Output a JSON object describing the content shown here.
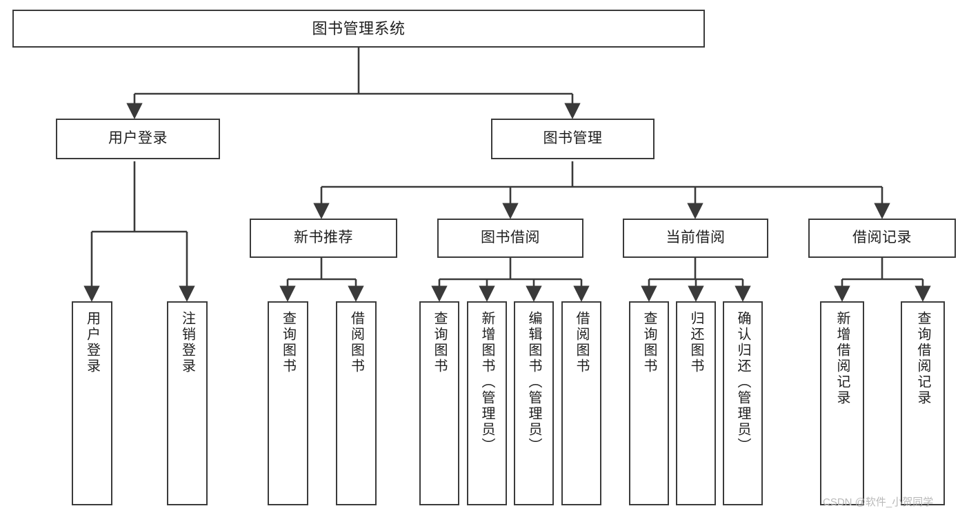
{
  "diagram": {
    "title": "图书管理系统",
    "watermark": "CSDN @软件_小贺同学",
    "stroke_color": "#3a3a3a",
    "fill_color": "#ffffff",
    "text_color": "#1f1f1f",
    "watermark_color": "#b9b9b9"
  },
  "nodes": {
    "root": {
      "label": "图书管理系统"
    },
    "level1": [
      {
        "label": "用户登录"
      },
      {
        "label": "图书管理"
      }
    ],
    "level2": [
      {
        "label": "新书推荐"
      },
      {
        "label": "图书借阅"
      },
      {
        "label": "当前借阅"
      },
      {
        "label": "借阅记录"
      }
    ],
    "leaves": {
      "user_login": [
        {
          "label": "用户登录"
        },
        {
          "label": "注销登录"
        }
      ],
      "new_book_recommend": [
        {
          "label": "查询图书"
        },
        {
          "label": "借阅图书"
        }
      ],
      "book_borrow": [
        {
          "label": "查询图书"
        },
        {
          "label": "新增图书（管理员）"
        },
        {
          "label": "编辑图书（管理员）"
        },
        {
          "label": "借阅图书"
        }
      ],
      "current_borrow": [
        {
          "label": "查询图书"
        },
        {
          "label": "归还图书"
        },
        {
          "label": "确认归还（管理员）"
        }
      ],
      "borrow_record": [
        {
          "label": "新增借阅记录"
        },
        {
          "label": "查询借阅记录"
        }
      ]
    }
  },
  "chart_data": {
    "type": "tree",
    "title": "图书管理系统",
    "root": {
      "label": "图书管理系统",
      "children": [
        {
          "label": "用户登录",
          "children": [
            {
              "label": "用户登录"
            },
            {
              "label": "注销登录"
            }
          ]
        },
        {
          "label": "图书管理",
          "children": [
            {
              "label": "新书推荐",
              "children": [
                {
                  "label": "查询图书"
                },
                {
                  "label": "借阅图书"
                }
              ]
            },
            {
              "label": "图书借阅",
              "children": [
                {
                  "label": "查询图书"
                },
                {
                  "label": "新增图书（管理员）"
                },
                {
                  "label": "编辑图书（管理员）"
                },
                {
                  "label": "借阅图书"
                }
              ]
            },
            {
              "label": "当前借阅",
              "children": [
                {
                  "label": "查询图书"
                },
                {
                  "label": "归还图书"
                },
                {
                  "label": "确认归还（管理员）"
                }
              ]
            },
            {
              "label": "借阅记录",
              "children": [
                {
                  "label": "新增借阅记录"
                },
                {
                  "label": "查询借阅记录"
                }
              ]
            }
          ]
        }
      ]
    },
    "depth": 4,
    "node_count": 20,
    "orientation": "top-down",
    "edge_style": "orthogonal-arrow"
  }
}
